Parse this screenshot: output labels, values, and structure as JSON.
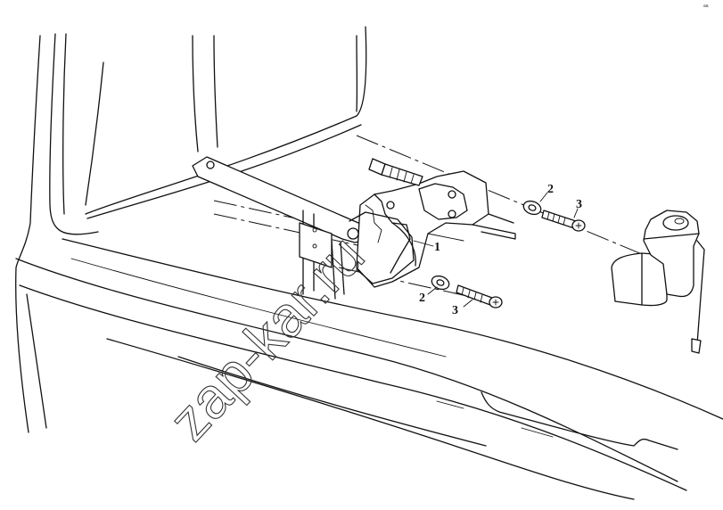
{
  "callouts": {
    "bracket": "1",
    "washer_upper": "2",
    "screw_upper": "3",
    "washer_lower": "2",
    "screw_lower": "3"
  },
  "watermark": "zap-kar.ru",
  "corner_mark": "aa"
}
